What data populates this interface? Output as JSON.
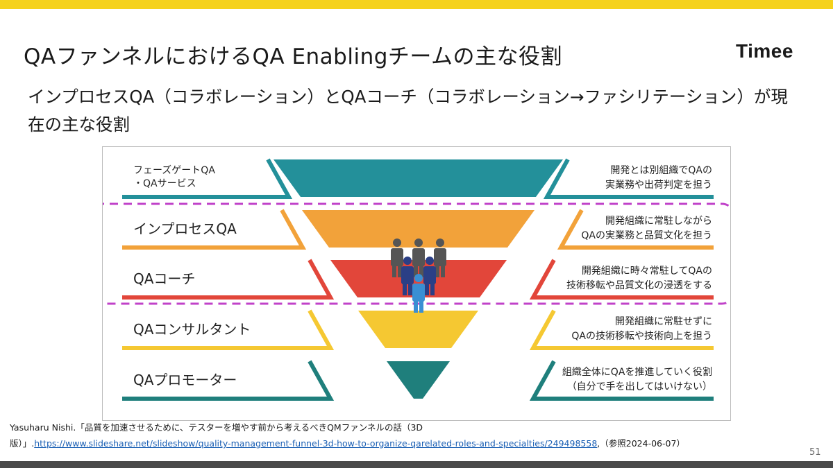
{
  "header": {
    "title": "QAファンネルにおけるQA Enablingチームの主な役割",
    "logo_text": "Timee",
    "subtitle": "インプロセスQA（コラボレーション）とQAコーチ（コラボレーション→ファシリテーション）が現在の主な役割"
  },
  "diagram": {
    "rows": [
      {
        "left_label_lines": [
          "フェーズゲートQA",
          "・QAサービス"
        ],
        "right_text_lines": [
          "開発とは別組織でQAの",
          "実業務や出荷判定を担う"
        ],
        "color": "#23909a"
      },
      {
        "left_label_lines": [
          "インプロセスQA"
        ],
        "right_text_lines": [
          "開発組織に常駐しながら",
          "QAの実業務と品質文化を担う"
        ],
        "color": "#f2a23a"
      },
      {
        "left_label_lines": [
          "QAコーチ"
        ],
        "right_text_lines": [
          "開発組織に時々常駐してQAの",
          "技術移転や品質文化の浸透をする"
        ],
        "color": "#e2463a"
      },
      {
        "left_label_lines": [
          "QAコンサルタント"
        ],
        "right_text_lines": [
          "開発組織に常駐せずに",
          "QAの技術移転や技術向上を担う"
        ],
        "color": "#f5c832"
      },
      {
        "left_label_lines": [
          "QAプロモーター"
        ],
        "right_text_lines": [
          "組織全体にQAを推進していく役割",
          "（自分で手を出してはいけない）"
        ],
        "color": "#1f7f7c"
      }
    ],
    "highlight_color": "#c042c9",
    "people_colors": {
      "back": "#555555",
      "middle": "#2b3f86",
      "front": "#3a8fd3"
    }
  },
  "footnote": {
    "line1": "Yasuharu Nishi.「品質を加速させるために、テスターを増やす前から考えるべきQMファンネルの話（3D",
    "line2_prefix": "版）」.",
    "url": "https://www.slideshare.net/slideshow/quality-management-funnel-3d-how-to-organize-qarelated-roles-and-specialties/249498558",
    "line2_suffix": ",（参照2024-06-07）"
  },
  "page_number": "51"
}
